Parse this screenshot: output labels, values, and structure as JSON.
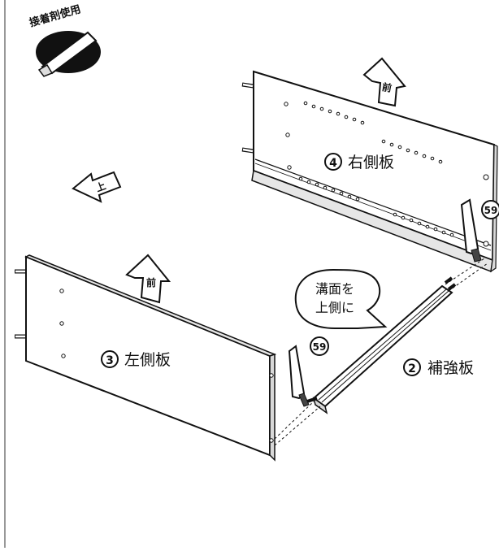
{
  "glue_badge": {
    "label": "接着剤使用"
  },
  "arrows": {
    "right_panel_front": "前",
    "top_direction": "上",
    "left_panel_front": "前"
  },
  "callout": {
    "line1": "溝面を",
    "line2": "上側に"
  },
  "parts": [
    {
      "number": "4",
      "name": "右側板"
    },
    {
      "number": "3",
      "name": "左側板"
    },
    {
      "number": "2",
      "name": "補強板"
    }
  ],
  "fasteners": [
    {
      "number": "59"
    },
    {
      "number": "59"
    }
  ]
}
